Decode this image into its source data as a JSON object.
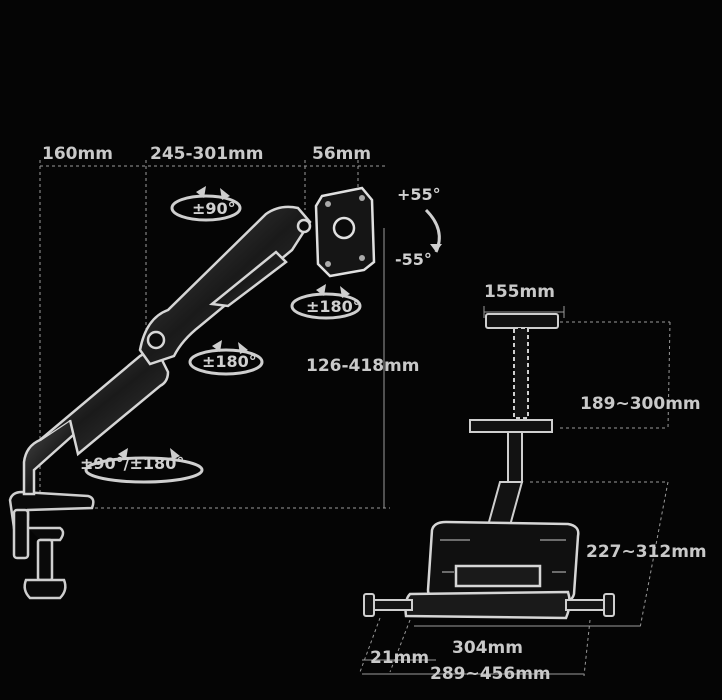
{
  "arm": {
    "dims": {
      "base_offset": "160mm",
      "arm_reach": "245-301mm",
      "head_depth": "56mm",
      "height_range": "126-418mm"
    },
    "rotations": {
      "swivel": "±90°",
      "tilt_up": "+55°",
      "tilt_down": "-55°",
      "rotate_head": "±180°",
      "rotate_mid": "±180°",
      "rotate_base": "±90°/±180°"
    }
  },
  "tray": {
    "dims": {
      "top_width": "155mm",
      "upper_height": "189~300mm",
      "lower_height": "227~312mm",
      "tray_width": "304mm",
      "clamp_depth": "21mm",
      "clamp_range": "289~456mm"
    }
  },
  "colors": {
    "background": "#050505",
    "line": "#bdbdbd",
    "dashed": "#8a8a8a",
    "metal": "#d8d8d8"
  }
}
